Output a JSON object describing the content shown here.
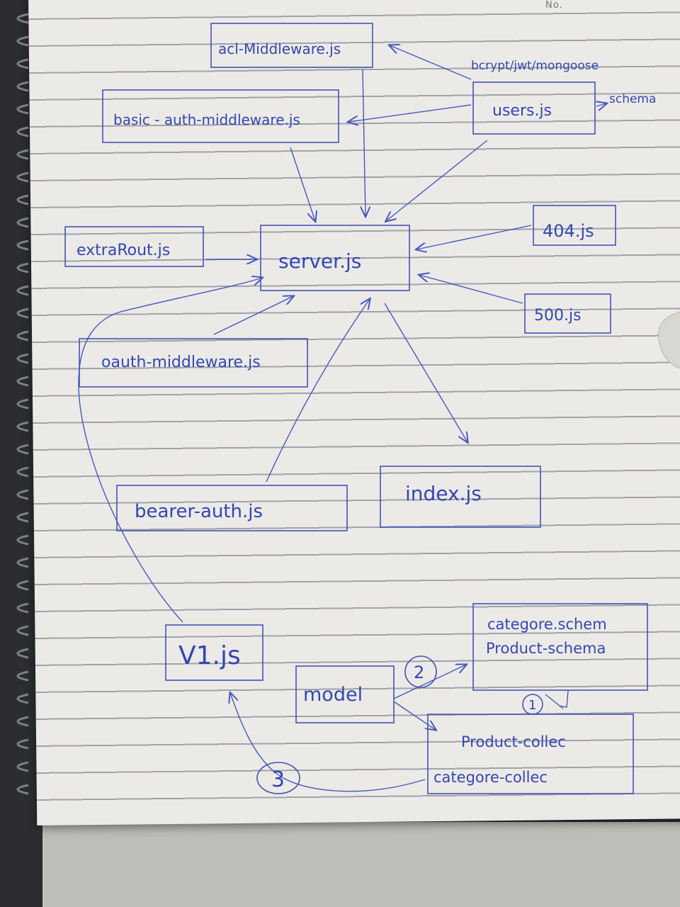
{
  "page_header": {
    "no_label": "No."
  },
  "nodes": {
    "acl": "acl-Middleware.js",
    "basic": "basic - auth-middleware.js",
    "users": "users.js",
    "libs": "bcrypt/jwt/mongoose",
    "schema": "schema",
    "server": "server.js",
    "extra": "extraRout.js",
    "e404": "404.js",
    "e500": "500.js",
    "oauth": "oauth-middleware.js",
    "bearer": "bearer-auth.js",
    "index": "index.js",
    "v1": "V1.js",
    "model": "model",
    "schema1": "categore.schem",
    "schema2": "Product-schema",
    "coll1": "Product-collec",
    "coll2": "categore-collec",
    "step1": "1",
    "step2": "2",
    "step3": "3"
  },
  "colors": {
    "ink": "#3346b4",
    "paper": "#eceae6",
    "lines": "#5f697d"
  }
}
